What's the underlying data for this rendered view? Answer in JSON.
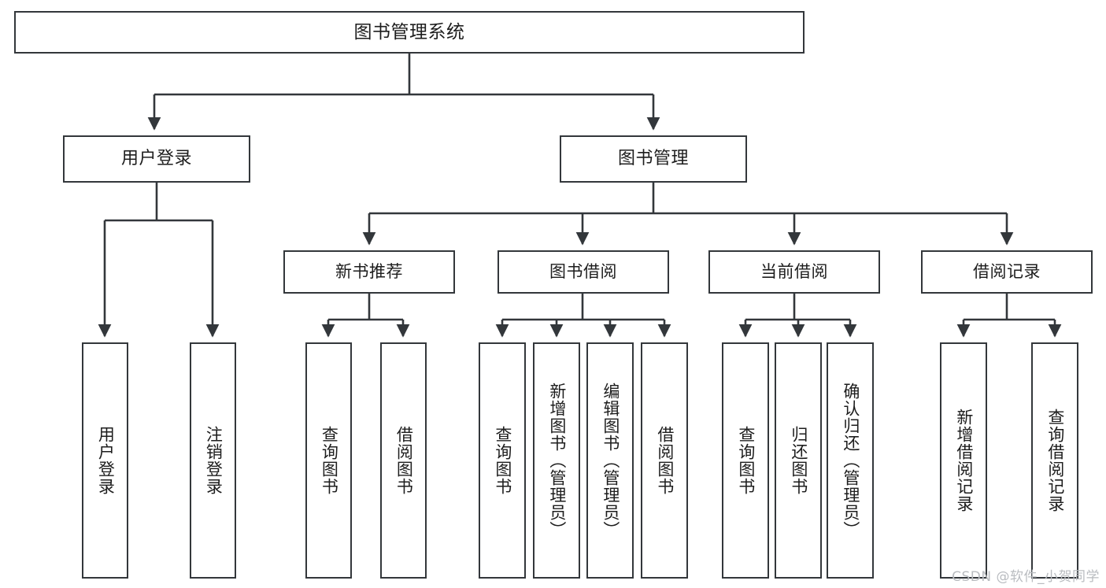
{
  "diagram": {
    "title": "图书管理系统",
    "type": "hierarchy-tree",
    "watermark": "CSDN @软件_小贺同学",
    "colors": {
      "line": "#33373b",
      "box_border": "#33373b",
      "box_fill": "#ffffff",
      "text": "#1d1d1d",
      "watermark": "#b9bcc0",
      "background": "#ffffff"
    },
    "nodes": {
      "root": {
        "label": "图书管理系统"
      },
      "level2": [
        {
          "id": "user-login",
          "label": "用户登录"
        },
        {
          "id": "book-management",
          "label": "图书管理"
        }
      ],
      "level3": [
        {
          "id": "new-book-recommend",
          "label": "新书推荐"
        },
        {
          "id": "book-borrow",
          "label": "图书借阅"
        },
        {
          "id": "current-borrow",
          "label": "当前借阅"
        },
        {
          "id": "borrow-record",
          "label": "借阅记录"
        }
      ],
      "leaves": {
        "user-login": [
          {
            "id": "login",
            "label": "用户登录"
          },
          {
            "id": "logout",
            "label": "注销登录"
          }
        ],
        "new-book-recommend": [
          {
            "id": "query-book-1",
            "label": "查询图书"
          },
          {
            "id": "borrow-book-1",
            "label": "借阅图书"
          }
        ],
        "book-borrow": [
          {
            "id": "query-book-2",
            "label": "查询图书"
          },
          {
            "id": "add-book",
            "label": "新增图书（管理员）"
          },
          {
            "id": "edit-book",
            "label": "编辑图书（管理员）"
          },
          {
            "id": "borrow-book-2",
            "label": "借阅图书"
          }
        ],
        "current-borrow": [
          {
            "id": "query-book-3",
            "label": "查询图书"
          },
          {
            "id": "return-book",
            "label": "归还图书"
          },
          {
            "id": "confirm-return",
            "label": "确认归还（管理员）"
          }
        ],
        "borrow-record": [
          {
            "id": "add-record",
            "label": "新增借阅记录"
          },
          {
            "id": "query-record",
            "label": "查询借阅记录"
          }
        ]
      }
    }
  }
}
